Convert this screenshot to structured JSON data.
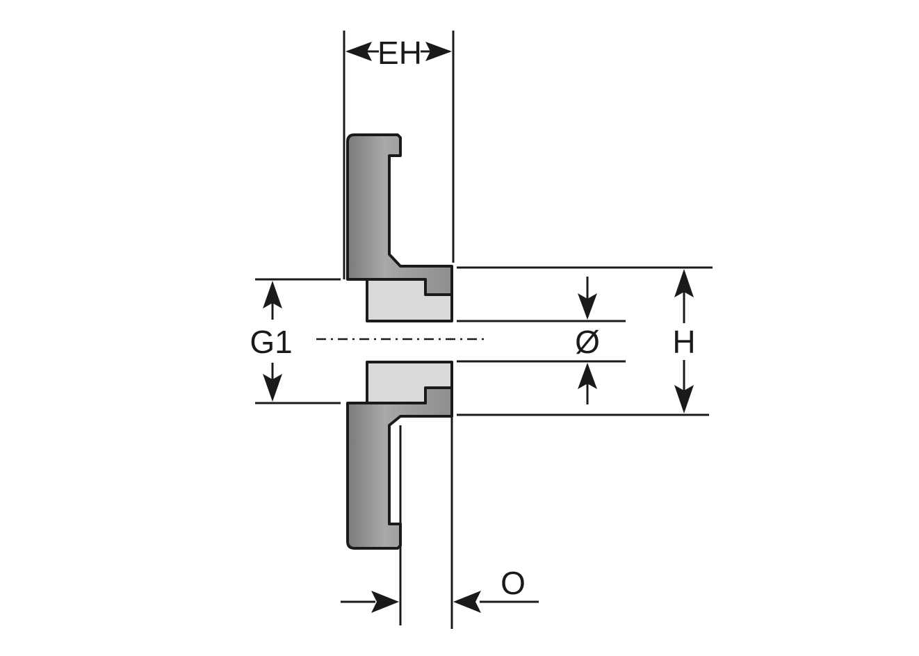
{
  "labels": {
    "eh": "EH",
    "g1": "G1",
    "diameter": "Ø",
    "h": "H",
    "o": "O"
  },
  "colors": {
    "line": "#1a1a1a",
    "part_dark": "#8e8e8e",
    "part_light": "#d9d9d9",
    "background": "#ffffff"
  }
}
